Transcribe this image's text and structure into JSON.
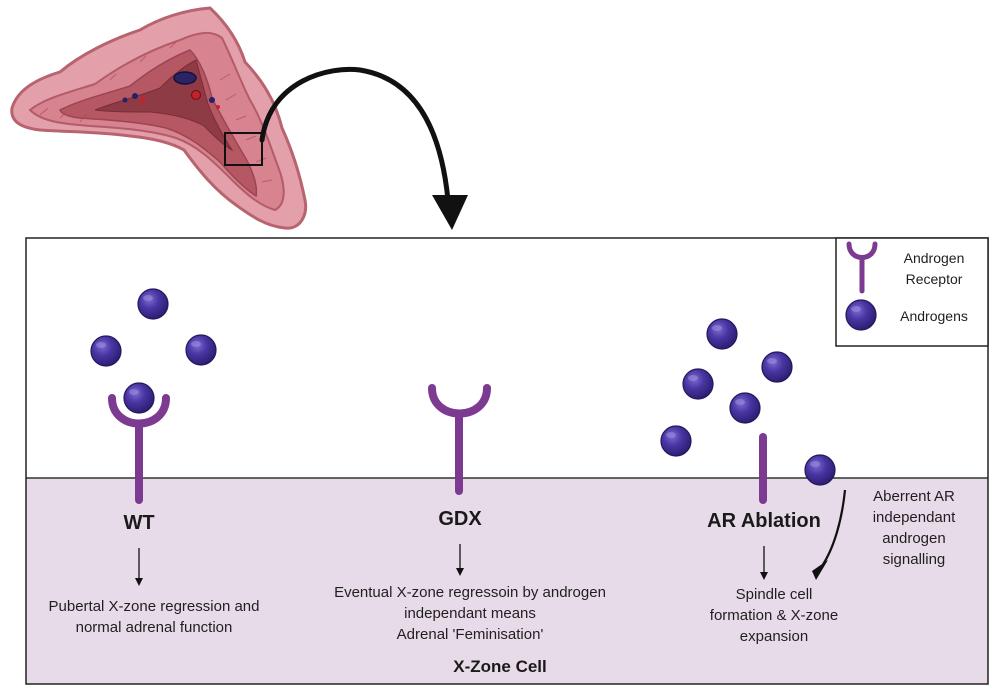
{
  "colors": {
    "receptor": "#7d3a91",
    "androgen_fill": "#3b2a8c",
    "androgen_highlight": "#7d6ccf",
    "cell_fill": "#e8dbe9",
    "gland_outer": "#e3a0aa",
    "gland_inner": "#c0555e"
  },
  "legend": {
    "receptor_label_line1": "Androgen",
    "receptor_label_line2": "Receptor",
    "androgen_label": "Androgens"
  },
  "cell": {
    "label": "X-Zone Cell"
  },
  "conditions": [
    {
      "title": "WT",
      "outcome_lines": [
        "Pubertal X-zone regression and",
        "normal adrenal function"
      ]
    },
    {
      "title": "GDX",
      "outcome_lines": [
        "Eventual X-zone regressoin by androgen",
        "independant means",
        "Adrenal 'Feminisation'"
      ]
    },
    {
      "title": "AR Ablation",
      "outcome_lines": [
        "Spindle cell",
        "formation & X-zone",
        "expansion"
      ]
    }
  ],
  "side_note": {
    "lines": [
      "Aberrent AR",
      "independant",
      "androgen",
      "signalling"
    ]
  },
  "icons": {
    "gland": "adrenal-gland-section-icon",
    "zoom": "zoom-box-icon",
    "curved_arrow": "curved-arrow-icon",
    "receptor": "androgen-receptor-icon",
    "androgen": "androgen-molecule-icon",
    "down_arrow": "down-arrow-icon"
  }
}
